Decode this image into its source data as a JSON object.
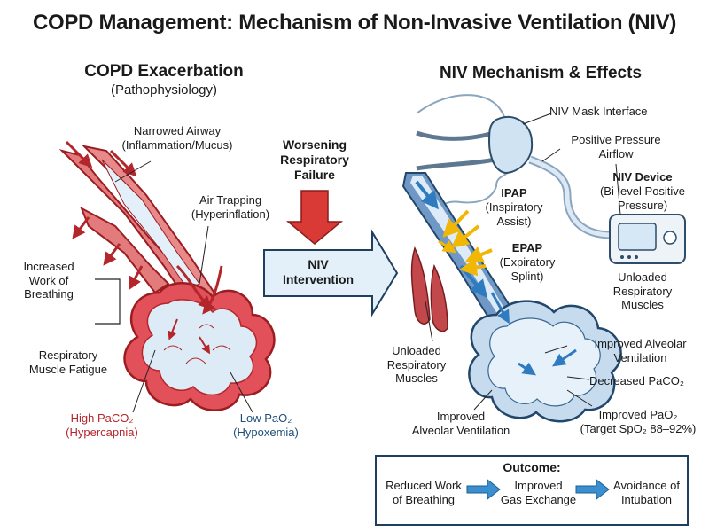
{
  "title": "COPD Management: Mechanism of Non-Invasive Ventilation (NIV)",
  "left": {
    "heading": "COPD Exacerbation",
    "subheading": "(Pathophysiology)",
    "narrowed_airway": "Narrowed Airway",
    "narrowed_airway_sub": "(Inflammation/Mucus)",
    "air_trapping": "Air Trapping",
    "air_trapping_sub": "(Hyperinflation)",
    "work_of_breathing": "Increased\nWork of\nBreathing",
    "muscle_fatigue": "Respiratory\nMuscle Fatigue",
    "high_paco2": "High PaCO₂",
    "high_paco2_sub": "(Hypercapnia)",
    "low_pao2": "Low PaO₂",
    "low_pao2_sub": "(Hypoxemia)"
  },
  "middle": {
    "worsening": "Worsening\nRespiratory\nFailure",
    "niv_intervention": "NIV\nIntervention"
  },
  "right": {
    "heading": "NIV Mechanism & Effects",
    "mask_interface": "NIV Mask Interface",
    "positive_pressure": "Positive Pressure\nAirflow",
    "niv_device": "NIV Device",
    "niv_device_sub": "(Bi-level Positive\nPressure)",
    "ipap": "IPAP",
    "ipap_sub": "(Inspiratory\nAssist)",
    "epap": "EPAP",
    "epap_sub": "(Expiratory\nSplint)",
    "unloaded_muscles_right": "Unloaded\nRespiratory\nMuscles",
    "unloaded_muscles_left": "Unloaded\nRespiratory\nMuscles",
    "improved_alveolar_right": "Improved Alveolar\nVentilation",
    "decreased_paco2": "Decreased PaCO₂",
    "improved_pao2": "Improved PaO₂",
    "target_spo2": "(Target SpO₂ 88–92%)",
    "improved_alveolar_bottom": "Improved\nAlveolar Ventilation"
  },
  "outcome": {
    "heading": "Outcome:",
    "item1": "Reduced Work\nof Breathing",
    "item2": "Improved\nGas Exchange",
    "item3": "Avoidance of\nIntubation"
  },
  "colors": {
    "airway_red": "#d9575a",
    "airway_dark_red": "#b3262b",
    "lumen_blue": "#dcebf7",
    "flow_blue": "#2f7bbf",
    "ipap_yellow": "#f2b705",
    "arrow_red": "#d93a36",
    "outcome_arrow": "#3a8fd0"
  }
}
